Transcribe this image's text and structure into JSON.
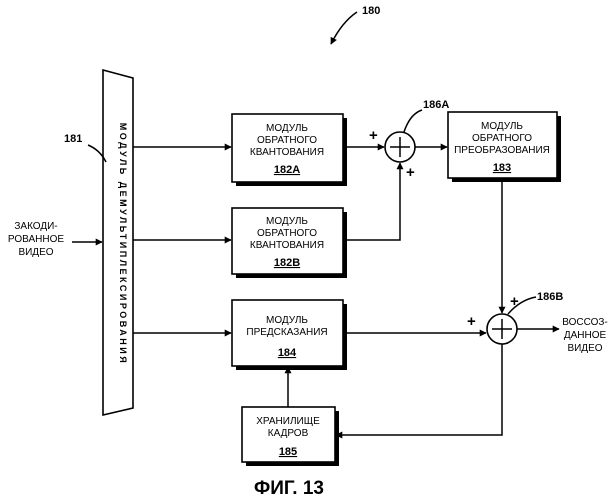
{
  "figure": {
    "ref": "180",
    "caption": "ФИГ. 13"
  },
  "demux": {
    "ref": "181",
    "label": "МОДУЛЬ ДЕМУЛЬТИПЛЕКСИРОВАНИЯ"
  },
  "input": {
    "line1": "ЗАКОДИ-",
    "line2": "РОВАННОЕ",
    "line3": "ВИДЕО"
  },
  "output": {
    "line1": "ВОССОЗ-",
    "line2": "ДАННОЕ",
    "line3": "ВИДЕО"
  },
  "blocks": {
    "iq_a": {
      "line1": "МОДУЛЬ",
      "line2": "ОБРАТНОГО",
      "line3": "КВАНТОВАНИЯ",
      "ref": "182A"
    },
    "iq_b": {
      "line1": "МОДУЛЬ",
      "line2": "ОБРАТНОГО",
      "line3": "КВАНТОВАНИЯ",
      "ref": "182B"
    },
    "it": {
      "line1": "МОДУЛЬ",
      "line2": "ОБРАТНОГО",
      "line3": "ПРЕОБРАЗОВАНИЯ",
      "ref": "183"
    },
    "pred": {
      "line1": "МОДУЛЬ",
      "line2": "ПРЕДСКАЗАНИЯ",
      "ref": "184"
    },
    "store": {
      "line1": "ХРАНИЛИЩЕ",
      "line2": "КАДРОВ",
      "ref": "185"
    }
  },
  "adders": {
    "a": {
      "ref": "186A",
      "sign_left": "+",
      "sign_bottom": "+"
    },
    "b": {
      "ref": "186B",
      "sign_left": "+",
      "sign_top": "+"
    }
  }
}
